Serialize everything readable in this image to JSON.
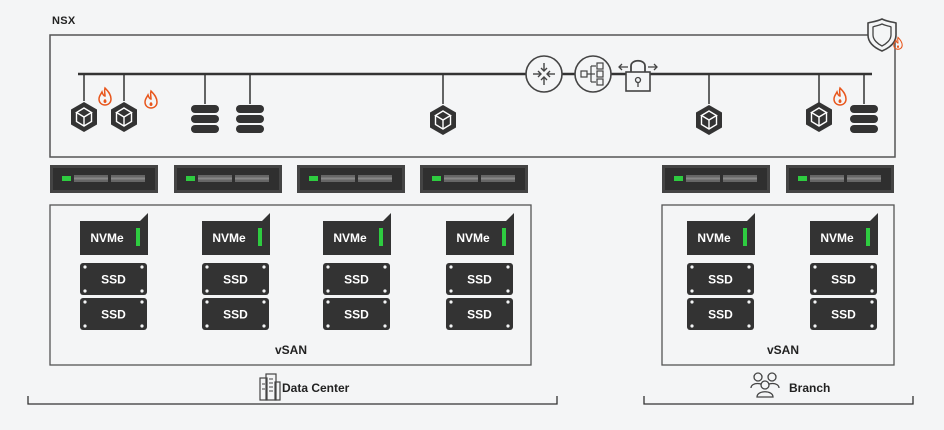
{
  "nsx": {
    "title": "NSX"
  },
  "storage": {
    "nvme_label": "NVMe",
    "ssd_label": "SSD",
    "vsan_label": "vSAN"
  },
  "sites": {
    "data_center": "Data Center",
    "branch": "Branch"
  },
  "colors": {
    "background": "#f4f5f6",
    "frame": "#555555",
    "device_dark": "#333333",
    "status_green": "#2ecc40",
    "firewall_orange": "#e8561c"
  },
  "icons": [
    "security-shield-icon",
    "router-icon",
    "load-balancer-icon",
    "vpn-lock-icon",
    "vm-icon",
    "database-icon",
    "firewall-icon",
    "building-icon",
    "users-icon"
  ]
}
